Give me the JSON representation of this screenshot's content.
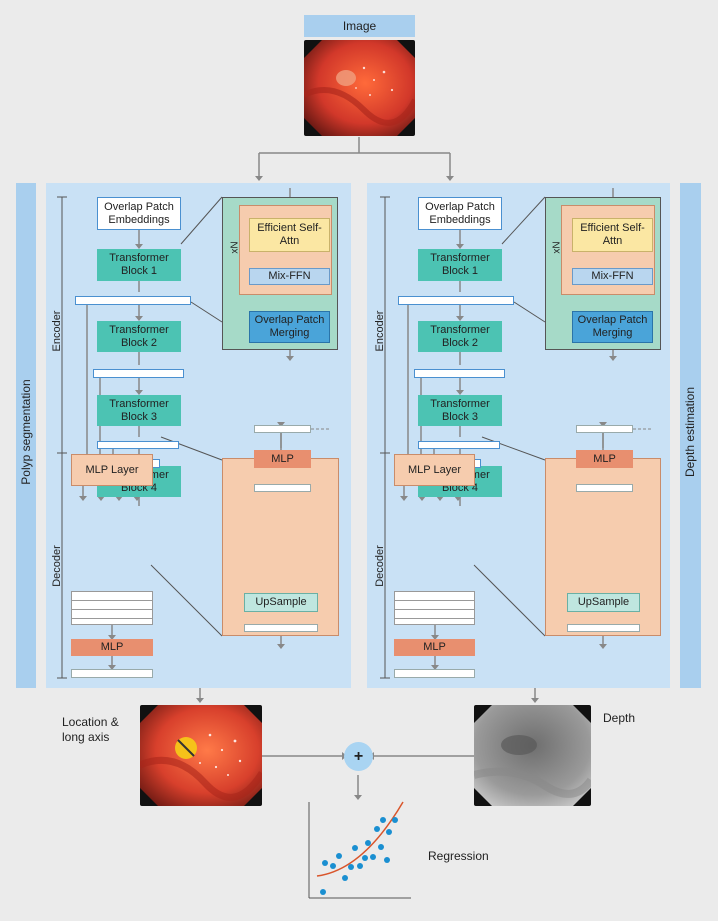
{
  "top": {
    "image_label": "Image"
  },
  "left": {
    "side_label": "Polyp segmentation",
    "encoder_label": "Encoder",
    "decoder_label": "Decoder",
    "overlap_patch_embeddings": "Overlap Patch Embeddings",
    "blocks": [
      "Transformer Block 1",
      "Transformer Block 2",
      "Transformer Block 3",
      "Transformer Block 4"
    ],
    "detail": {
      "xn": "xN",
      "efficient_self_attn": "Efficient Self-Attn",
      "mix_ffn": "Mix-FFN",
      "overlap_patch_merging": "Overlap Patch Merging"
    },
    "mlp_layer": "MLP Layer",
    "decoder_detail": {
      "mlp": "MLP",
      "upsample": "UpSample"
    },
    "mlp": "MLP"
  },
  "right": {
    "side_label": "Depth estimation",
    "encoder_label": "Encoder",
    "decoder_label": "Decoder",
    "overlap_patch_embeddings": "Overlap Patch Embeddings",
    "blocks": [
      "Transformer Block 1",
      "Transformer Block 2",
      "Transformer Block 3",
      "Transformer Block 4"
    ],
    "detail": {
      "xn": "xN",
      "efficient_self_attn": "Efficient Self-Attn",
      "mix_ffn": "Mix-FFN",
      "overlap_patch_merging": "Overlap Patch Merging"
    },
    "mlp_layer": "MLP Layer",
    "decoder_detail": {
      "mlp": "MLP",
      "upsample": "UpSample"
    },
    "mlp": "MLP"
  },
  "bottom": {
    "location_label": "Location & long axis",
    "depth_label": "Depth",
    "plus": "+",
    "regression_label": "Regression"
  },
  "colors": {
    "panel": "#c9e1f5",
    "teal": "#4cc3b3",
    "orange": "#e88f6f",
    "peach": "#f6ccae",
    "accent_line": "#d9552b",
    "dots": "#1a8fd1"
  }
}
